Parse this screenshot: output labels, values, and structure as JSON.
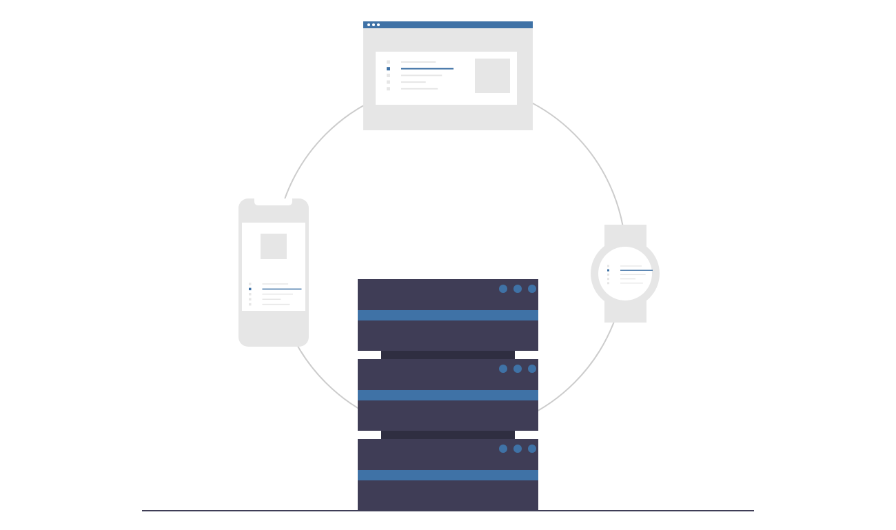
{
  "colors": {
    "background": "#ffffff",
    "device_gray": "#e6e6e6",
    "screen_white": "#ffffff",
    "accent_blue": "#3f72a6",
    "server_body": "#3f3d56",
    "server_connector": "#2f2e41",
    "orbit_ring": "#cccccc",
    "ground_line": "#3f3d56",
    "placeholder_line": "#e6e6e6"
  },
  "illustration": {
    "devices": [
      "browser-window",
      "smartphone",
      "smartwatch"
    ],
    "server_units": 3,
    "server_leds_per_unit": 3,
    "browser_list_items": 5,
    "browser_active_item": 2,
    "phone_list_items": 5,
    "phone_active_item": 2,
    "watch_list_items": 5,
    "watch_active_item": 2
  }
}
